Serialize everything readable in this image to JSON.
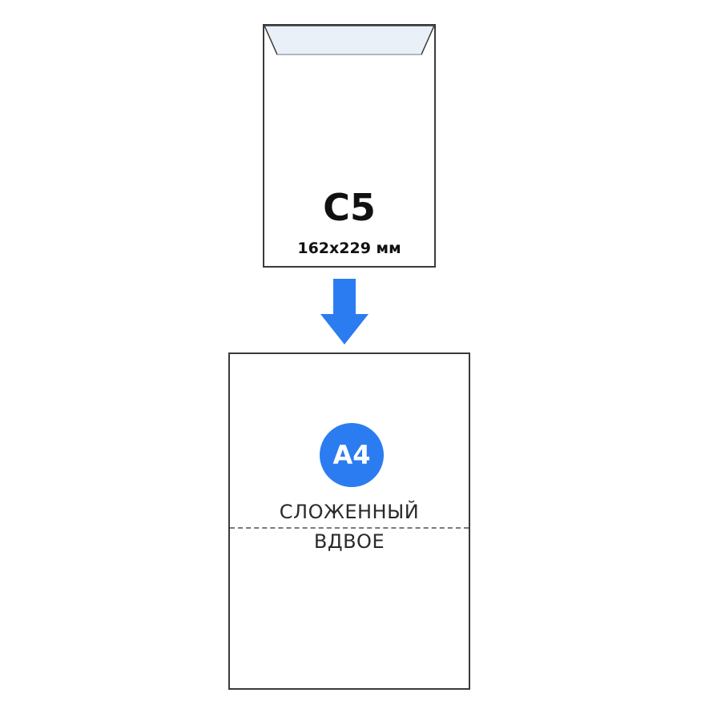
{
  "envelope": {
    "format": "C5",
    "size": "162x229 мм"
  },
  "arrow": {
    "icon": "arrow-down-icon",
    "color": "#2b7cf0"
  },
  "sheet": {
    "format": "A4",
    "fold_label_line1": "СЛОЖЕННЫЙ",
    "fold_label_line2": "ВДВОЕ",
    "badge_color": "#2b7cf0"
  }
}
